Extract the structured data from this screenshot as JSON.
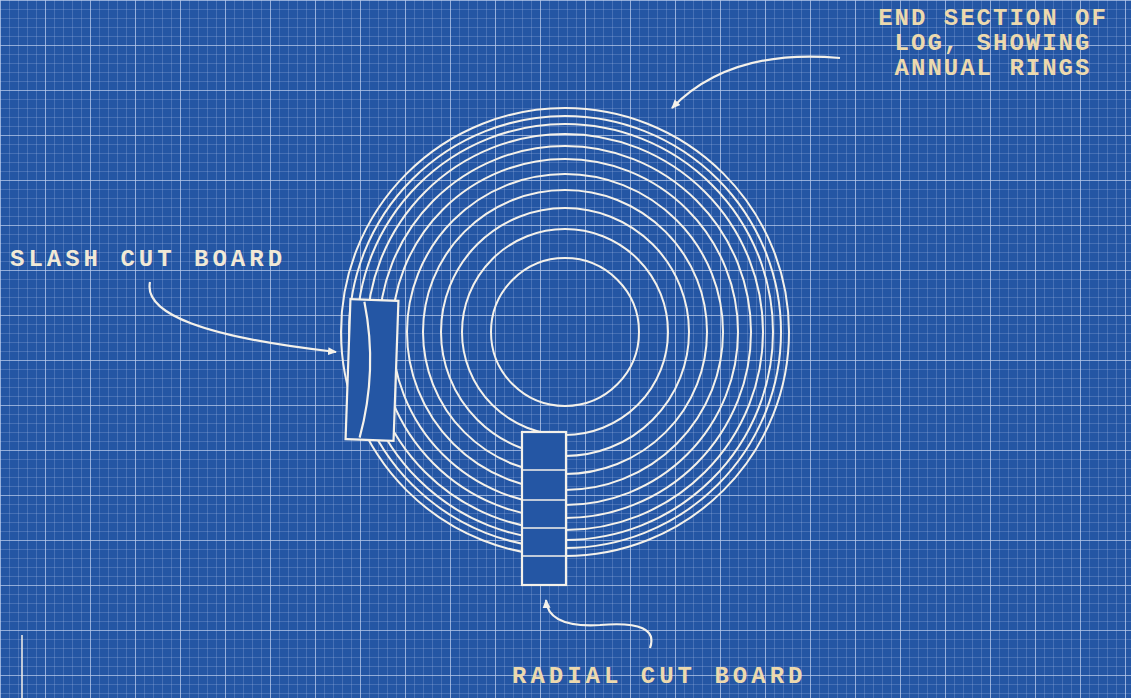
{
  "diagram": {
    "labels": [
      "END SECTION OF LOG, SHOWING ANNUAL RINGS",
      "SLASH CUT BOARD",
      "RADIAL CUT BOARD"
    ]
  }
}
